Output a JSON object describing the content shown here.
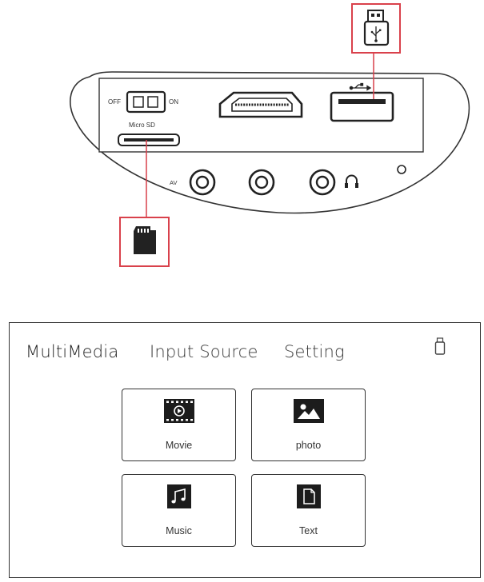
{
  "device": {
    "switch_off_label": "OFF",
    "switch_on_label": "ON",
    "microsd_label": "Micro SD",
    "av_label": "AV"
  },
  "menu": {
    "tabs": [
      {
        "label": "MultiMedia",
        "active": true
      },
      {
        "label": "Input Source",
        "active": false
      },
      {
        "label": "Setting",
        "active": false
      }
    ],
    "status_icon": "usb-drive-icon",
    "tiles": [
      {
        "label": "Movie",
        "icon": "movie-icon"
      },
      {
        "label": "photo",
        "icon": "photo-icon"
      },
      {
        "label": "Music",
        "icon": "music-icon"
      },
      {
        "label": "Text",
        "icon": "text-icon"
      }
    ]
  },
  "colors": {
    "highlight": "#d9414b",
    "outline": "#333333"
  }
}
